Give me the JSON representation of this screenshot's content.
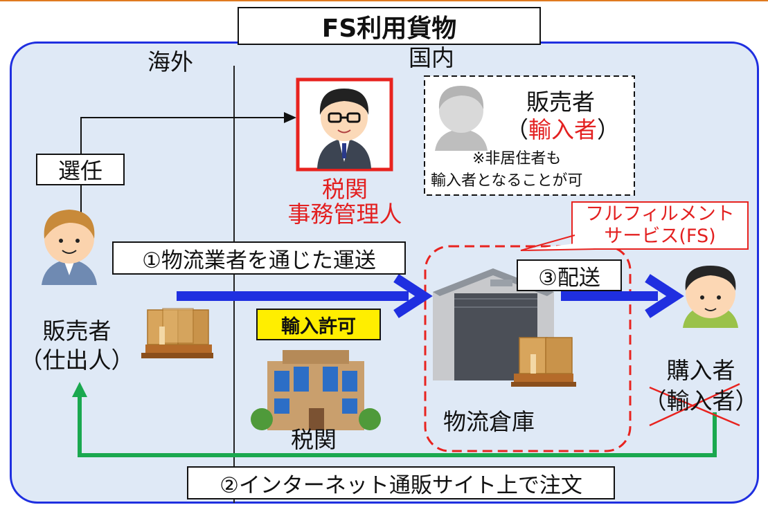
{
  "title": "FS利用貨物",
  "regions": {
    "overseas": "海外",
    "domestic": "国内"
  },
  "appoint_label": "選任",
  "customs_agent": {
    "line1": "税関",
    "line2": "事務管理人"
  },
  "seller_importer": {
    "line1": "販売者",
    "paren_open": "（",
    "importer": "輸入者",
    "paren_close": "）",
    "note1": "※非居住者も",
    "note2": "輸入者となることが可"
  },
  "fulfillment_callout": {
    "line1": "フルフィルメント",
    "line2": "サービス(FS)"
  },
  "step1_label": "①物流業者を通じた運送",
  "step3_label": "③配送",
  "seller_exporter": {
    "line1": "販売者",
    "line2": "（仕出人）"
  },
  "import_permit_label": "輸入許可",
  "customs_label": "税関",
  "warehouse_label": "物流倉庫",
  "buyer": {
    "line1": "購入者",
    "line2": "（輸入者）"
  },
  "step2_label": "②インターネット通販サイト上で注文",
  "colors": {
    "panel_border": "#1f2fe0",
    "panel_fill": "#dfe9f6",
    "arrow_blue": "#1f2fe0",
    "order_green": "#1aa84f",
    "accent_red": "#e32020",
    "permit_yellow": "#ffee00"
  },
  "icons": [
    "seller-person-icon",
    "customs-agent-person-icon",
    "importer-person-icon",
    "buyer-person-icon",
    "cardboard-boxes-icon",
    "customs-building-icon",
    "warehouse-icon"
  ]
}
